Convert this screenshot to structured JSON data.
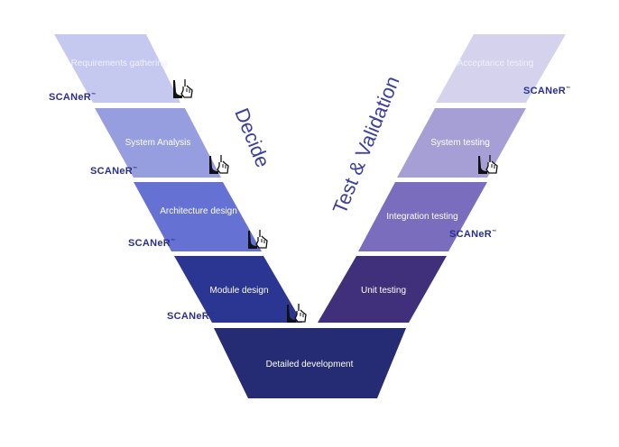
{
  "left_steps": [
    {
      "label": "Requirements gathering",
      "color": "#c6c9ef"
    },
    {
      "label": "System Analysis",
      "color": "#969ee0"
    },
    {
      "label": "Architecture design",
      "color": "#6571d3"
    },
    {
      "label": "Module design",
      "color": "#2b3592"
    }
  ],
  "bottom_step": {
    "label": "Detailed development",
    "color": "#252c73"
  },
  "right_steps": [
    {
      "label": "Acceptance testing",
      "color": "#d4d2ed"
    },
    {
      "label": "System testing",
      "color": "#a69fd6"
    },
    {
      "label": "Integration testing",
      "color": "#7b6dbe"
    },
    {
      "label": "Unit testing",
      "color": "#40307b"
    }
  ],
  "phases": {
    "left": "Decide",
    "right": "Test & Validation"
  },
  "logo_text": "SCANeR",
  "logo_tm": "™"
}
